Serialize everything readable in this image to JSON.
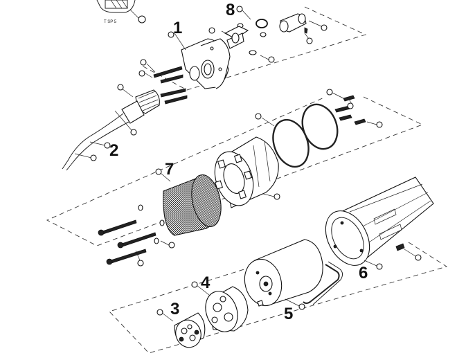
{
  "diagram": {
    "inset_caption": "T SP 5",
    "part_numbers": [
      "1",
      "2",
      "3",
      "4",
      "5",
      "6",
      "7",
      "8"
    ]
  }
}
